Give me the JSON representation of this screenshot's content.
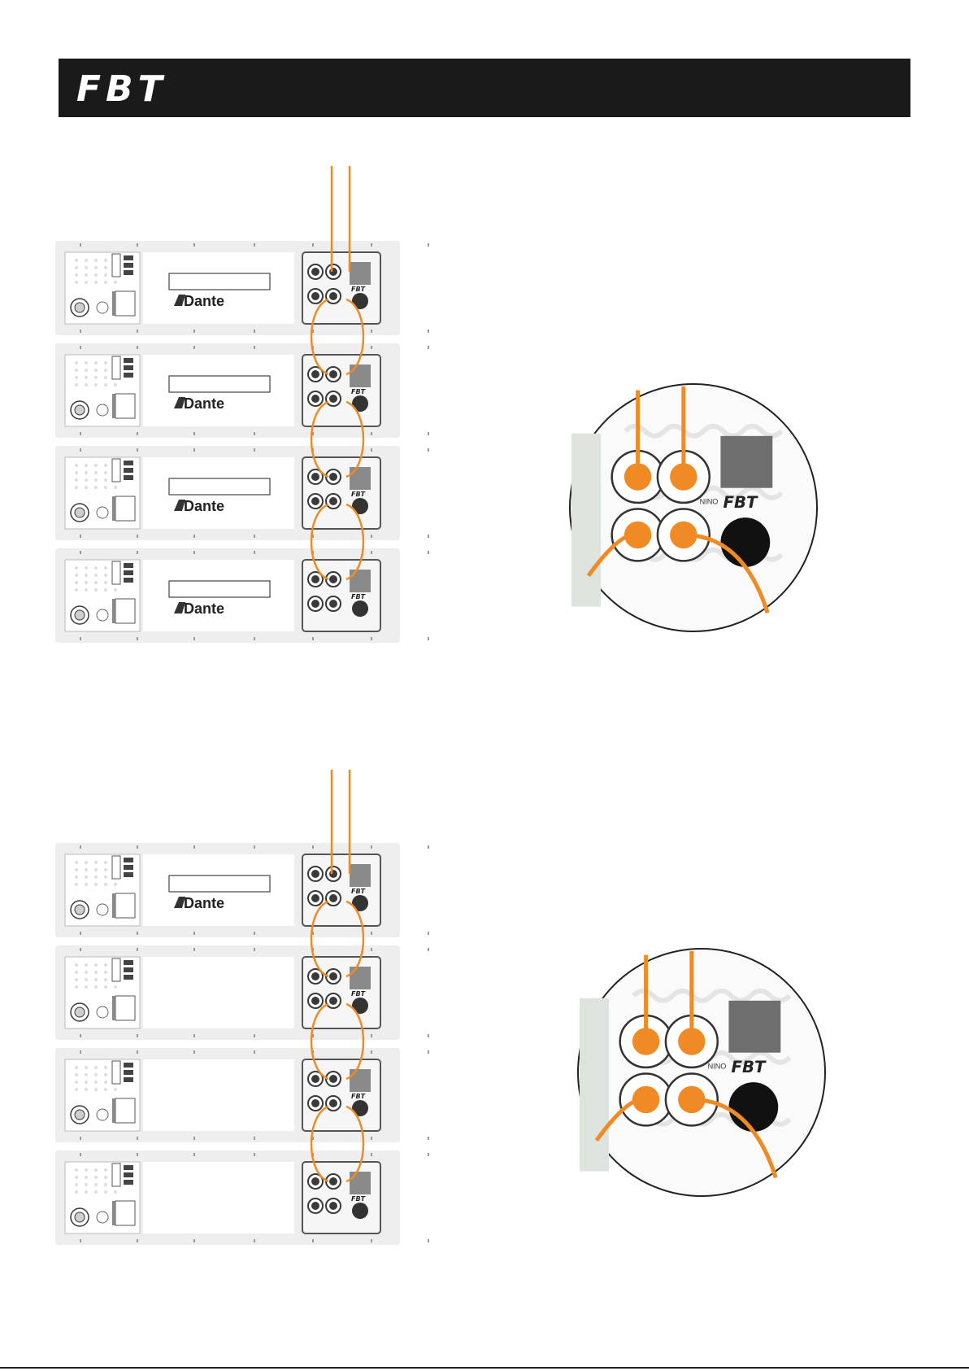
{
  "header": {
    "logo_text": "FBT"
  },
  "colors": {
    "header_bg": "#1a1a1a",
    "cable": "#f08a24",
    "panel_bg": "#eeeeee",
    "jack_dark": "#3a3a3a"
  },
  "icons": [
    "xlr-input-icon",
    "ethercon-rj45-icon",
    "dante-logo-icon",
    "volume-knob-icon"
  ],
  "diagrams": [
    {
      "units": [
        {
          "dante_label": "Dante",
          "has_dante": true
        },
        {
          "dante_label": "Dante",
          "has_dante": true
        },
        {
          "dante_label": "Dante",
          "has_dante": true
        },
        {
          "dante_label": "Dante",
          "has_dante": true
        }
      ],
      "detail_logo": "FBT",
      "detail_port_label": "NINO"
    },
    {
      "units": [
        {
          "dante_label": "Dante",
          "has_dante": true
        },
        {
          "dante_label": "",
          "has_dante": false
        },
        {
          "dante_label": "",
          "has_dante": false
        },
        {
          "dante_label": "",
          "has_dante": false
        }
      ],
      "detail_logo": "FBT",
      "detail_port_label": "NINO"
    }
  ]
}
